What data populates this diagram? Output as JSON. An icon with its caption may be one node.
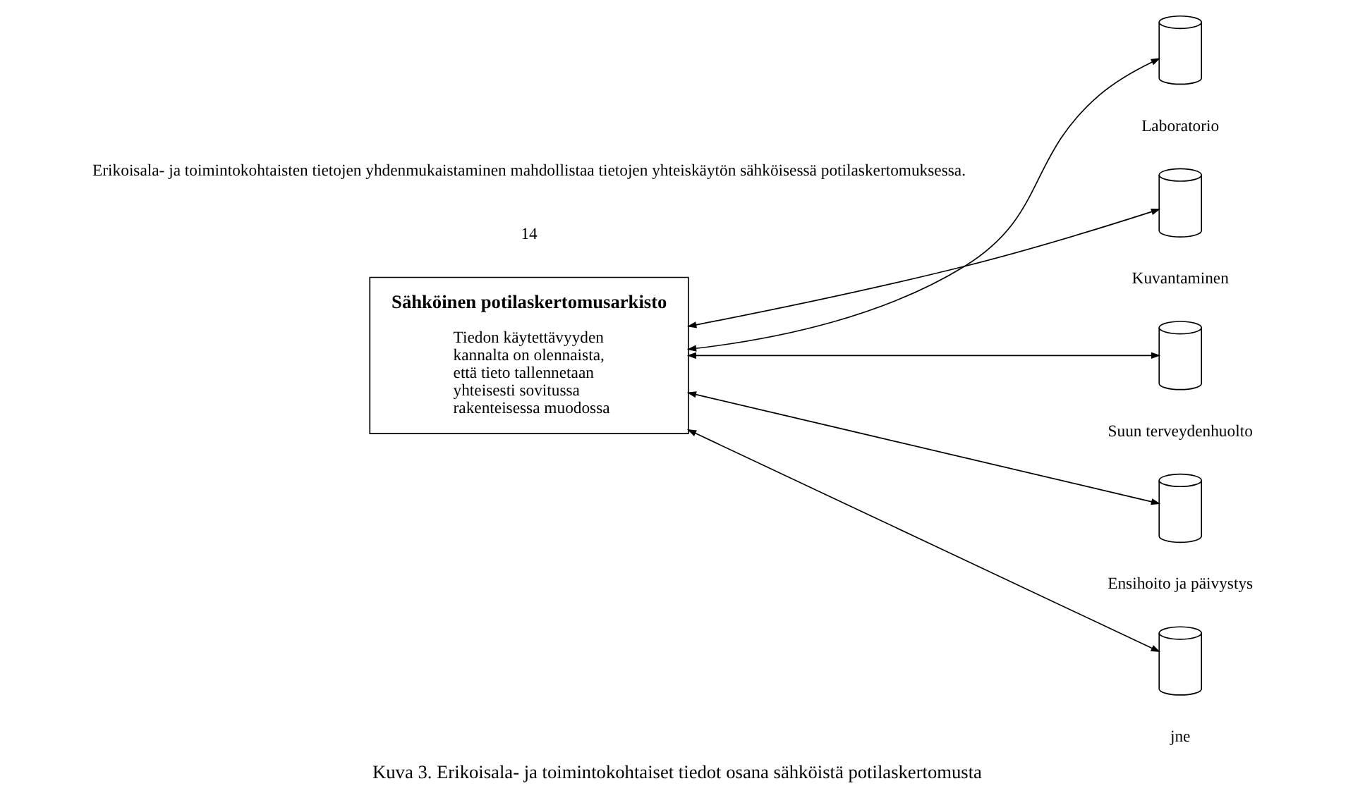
{
  "diagram": {
    "caption": "Kuva 3. Erikoisala- ja toimintokohtaiset tiedot osana sähköistä potilaskertomusta",
    "nodes": [
      {
        "text": [
          "Sähköinen potilaskertomusarkisto",
          "Tiedon käytettävyyden kannalta on olennaista, että tieto tallennetaan yhteisesti sovitussa rakenteisessa muodossa"
        ]
      },
      {
        "text": [],
        "shape": "cylinder",
        "beside": [
          "Laboratorio"
        ]
      },
      {
        "text": [],
        "shape": "cylinder",
        "beside": [
          "Kuvantaminen"
        ]
      },
      {
        "text": [],
        "shape": "cylinder",
        "beside": [
          "Suun terveydenhuolto"
        ]
      },
      {
        "text": [],
        "shape": "cylinder",
        "beside": [
          "Ensihoito ja päivystys"
        ]
      },
      {
        "text": [],
        "shape": "cylinder",
        "beside": [
          "jne"
        ]
      }
    ],
    "edges": [
      {
        "from": 0,
        "to": 1,
        "arrow": "both"
      },
      {
        "from": 0,
        "to": 2,
        "arrow": "both"
      },
      {
        "from": 0,
        "to": 3,
        "arrow": "both"
      },
      {
        "from": 0,
        "to": 4,
        "arrow": "both"
      },
      {
        "from": 0,
        "to": 5,
        "arrow": "both"
      }
    ],
    "labels": [
      "14",
      "Erikoisala- ja toimintokohtaisten tietojen yhdenmukaistaminen mahdollistaa tietojen yhteiskäytön sähköisessä potilaskertomuksessa."
    ]
  }
}
